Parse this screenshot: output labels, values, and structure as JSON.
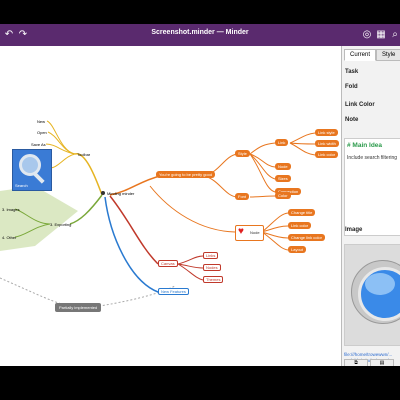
{
  "window": {
    "title": "Screenshot.minder — Minder",
    "brand_color": "#5a2a6e"
  },
  "toolbar": {
    "undo_icon": "undo-icon",
    "redo_icon": "redo-icon",
    "right_icons": [
      "target-icon",
      "grid-icon",
      "search-icon"
    ]
  },
  "sidebar": {
    "tabs": [
      "Current",
      "Style"
    ],
    "active_tab": "Current",
    "sections": {
      "task": "Task",
      "fold": "Fold",
      "link_color": "Link Color",
      "note": "Note",
      "image": "Image"
    },
    "note_heading": "# Main Idea",
    "note_text": "Include search filtering",
    "image_link": [
      "file:///home/trowewwn/...",
      "scalable/minder/search..."
    ],
    "bottom_buttons": [
      "copy-icon",
      "paste-icon"
    ]
  },
  "map": {
    "root": "Minding minder",
    "top_branch": {
      "label": "Toolbar",
      "children": [
        "New",
        "Open",
        "Save As"
      ]
    },
    "search_image_label": "Search",
    "left_branch": {
      "label": "3. Exporting",
      "children": [
        "3. Images",
        "4. Other"
      ]
    },
    "dashed_node": "Partially implemented",
    "orange_main": "You're going to be pretty good",
    "orange_sub1": "Style",
    "orange_sub1_children": [
      "Link",
      "Node",
      "Sizes",
      "Connection"
    ],
    "link_children": [
      "Link style",
      "Link width",
      "Link color"
    ],
    "orange_sub2": "Font",
    "orange_sub2_children": [
      "Color"
    ],
    "color_children": [
      "Change title",
      "Link color",
      "Change link color"
    ],
    "heart_node": "Node",
    "extra_orange": "Layout",
    "red_main": "Canvas",
    "red_children": [
      "Links",
      "Nodes",
      "Themes"
    ],
    "blue_node": "New Features",
    "colors": {
      "orange": "#e8761f",
      "red": "#c0392b",
      "blue": "#2a7ad0",
      "green": "#7aa83a",
      "yellow": "#e6b422"
    }
  }
}
